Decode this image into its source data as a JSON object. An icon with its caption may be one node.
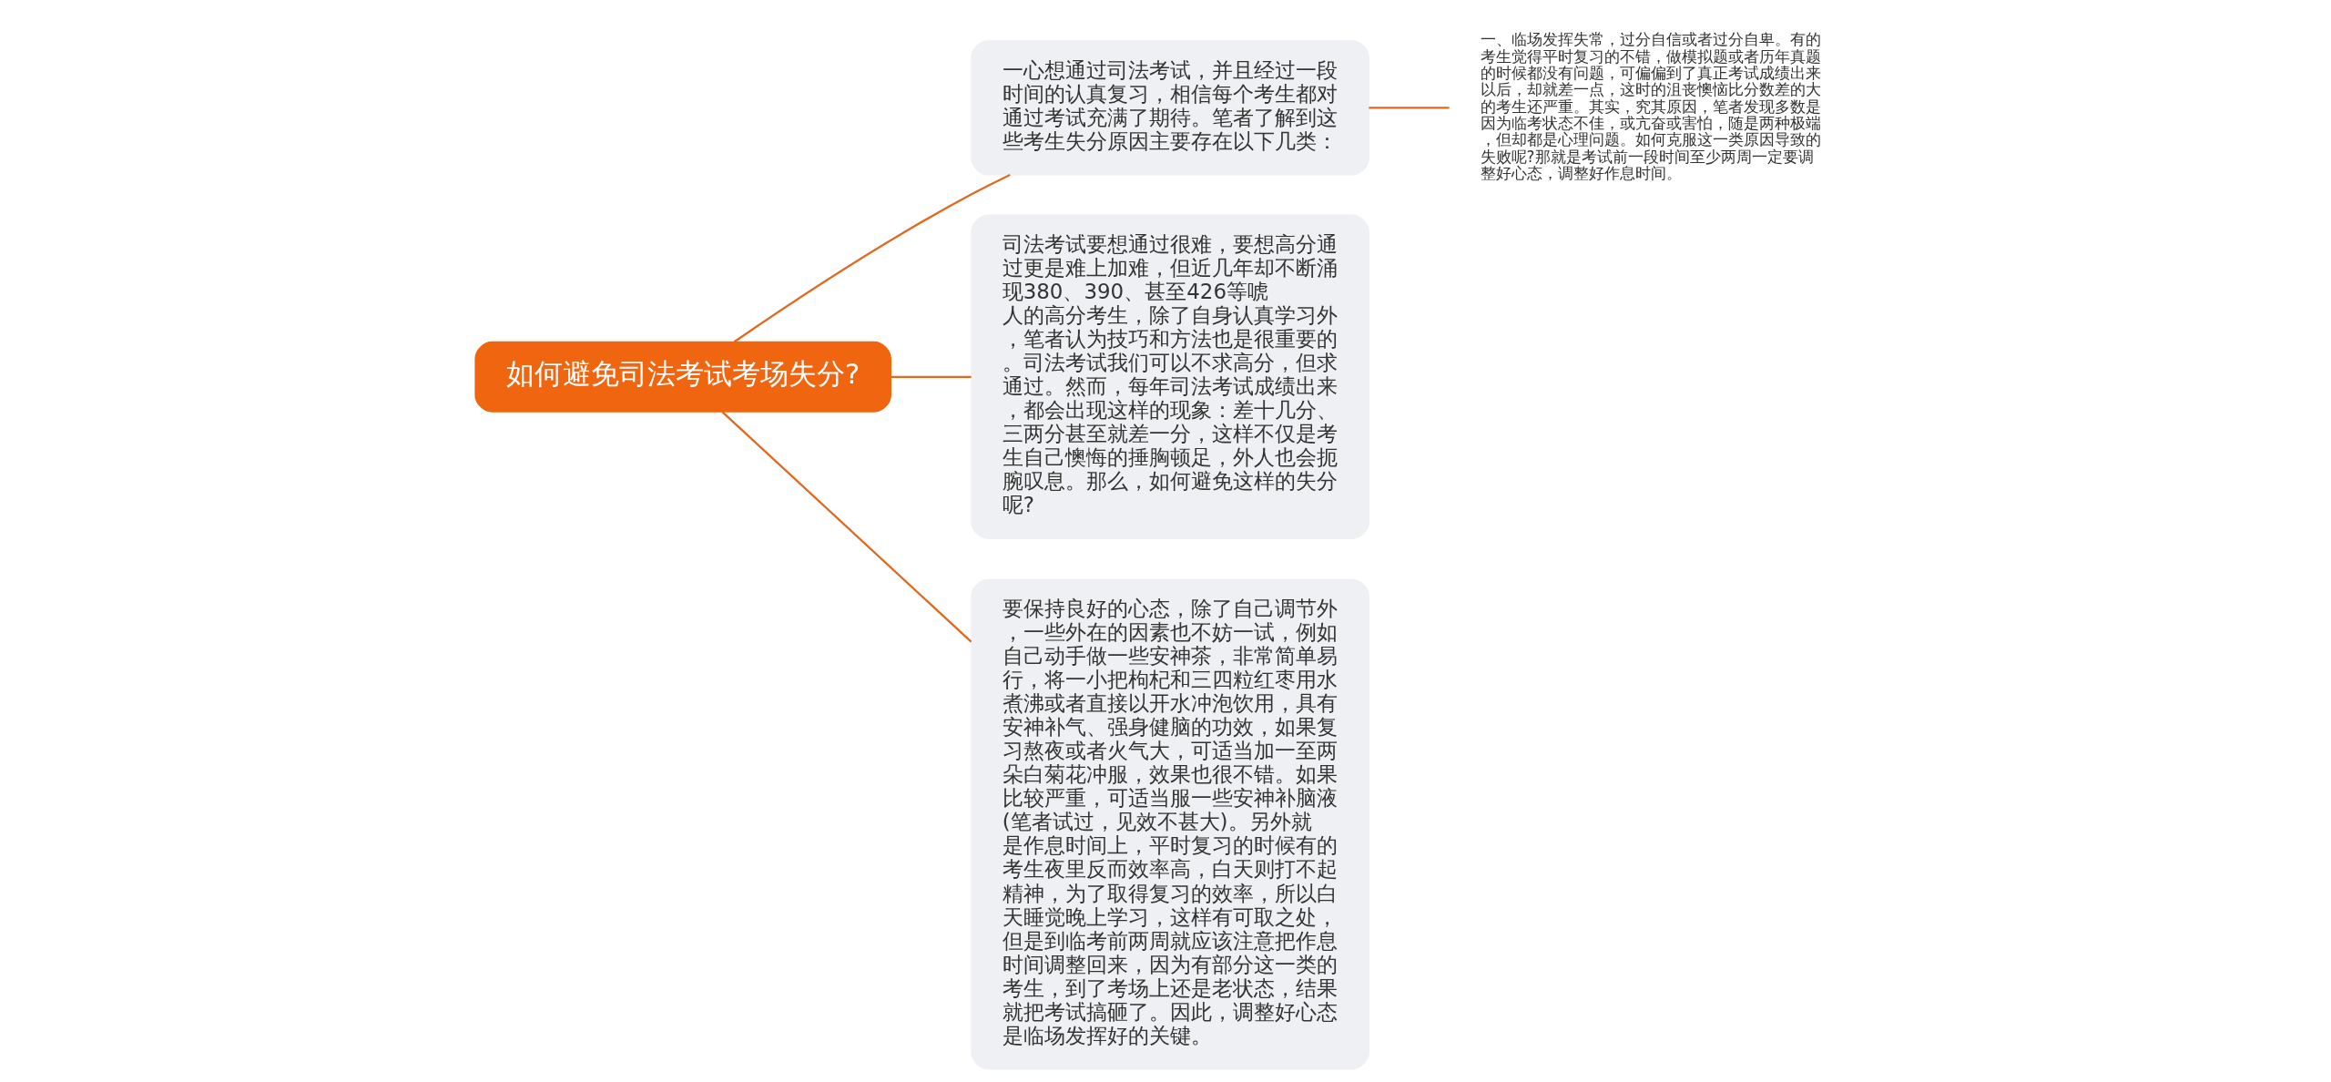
{
  "diagram": {
    "nodes": [
      {
        "text": [
          "如何避免司法考试考场失分?"
        ]
      },
      {
        "text": [
          "一心想通过司法考试，并且经过一段时间的认真复习，相信每个考生都对通过考试充满了期待。笔者了解到这些考生失分原因主要存在以下几类："
        ]
      },
      {
        "text": [
          "一、临场发挥失常，过分自信或者过分自卑。有的考生觉得平时复习的不错，做模拟题或者历年真题的时候都没有问题，可偏偏到了真正考试成绩出来以后，却就差一点，这时的沮丧懊恼比分数差的大的考生还严重。其实，究其原因，笔者发现多数是因为临考状态不佳，或亢奋或害怕，随是两种极端，但却都是心理问题。如何克服这一类原因导致的失败呢?那就是考试前一段时间至少两周一定要调整好心态，调整好作息时间。"
        ]
      },
      {
        "text": [
          "司法考试要想通过很难，要想高分通过更是难上加难，但近几年却不断涌现380、390、甚至426等唬人的高分考生，除了自身认真学习外，笔者认为技巧和方法也是很重要的。司法考试我们可以不求高分，但求通过。然而，每年司法考试成绩出来，都会出现这样的现象：差十几分、三两分甚至就差一分，这样不仅是考生自己懊悔的捶胸顿足，外人也会扼腕叹息。那么，如何避免这样的失分呢?"
        ]
      },
      {
        "text": [
          "要保持良好的心态，除了自己调节外，一些外在的因素也不妨一试，例如自己动手做一些安神茶，非常简单易行，将一小把枸杞和三四粒红枣用水煮沸或者直接以开水冲泡饮用，具有安神补气、强身健脑的功效，如果复习熬夜或者火气大，可适当加一至两朵白菊花冲服，效果也很不错。如果比较严重，可适当服一些安神补脑液(笔者试过，见效不甚大)。另外就是作息时间上，平时复习的时候有的考生夜里反而效率高，白天则打不起精神，为了取得复习的效率，所以白天睡觉晚上学习，这样有可取之处，但是到临考前两周就应该注意把作息时间调整回来，因为有部分这一类的考生，到了考场上还是老状态，结果就把考试搞砸了。因此，调整好心态是临场发挥好的关键。"
        ]
      }
    ],
    "edges": [
      {
        "from": 0,
        "to": 1,
        "arrow": "none"
      },
      {
        "from": 1,
        "to": 2,
        "arrow": "none"
      },
      {
        "from": 0,
        "to": 3,
        "arrow": "none"
      },
      {
        "from": 0,
        "to": 4,
        "arrow": "none"
      }
    ]
  }
}
